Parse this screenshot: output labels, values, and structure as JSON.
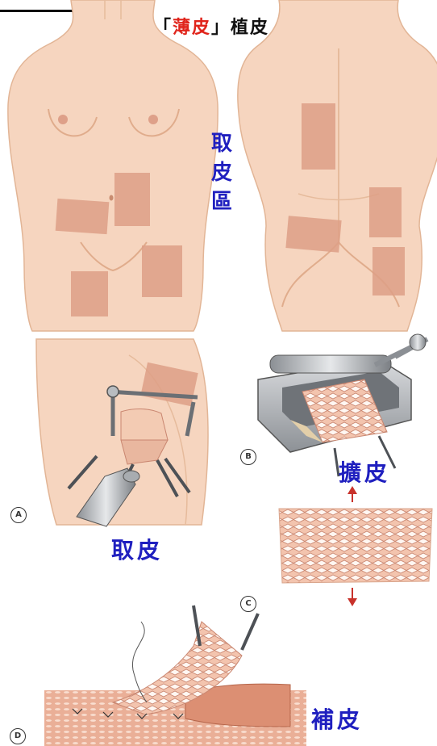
{
  "title": {
    "bracket_open": "「",
    "highlight": "薄皮",
    "bracket_close": "」",
    "rest": "植皮"
  },
  "donor_label": [
    "取",
    "皮",
    "區"
  ],
  "labels": {
    "harvest": "取皮",
    "expand": "擴皮",
    "graft": "補皮"
  },
  "panels": {
    "a": "A",
    "b": "B",
    "c": "C",
    "d": "D"
  },
  "colors": {
    "skin": "#f6d5bf",
    "skin_shadow": "#e9b99b",
    "graft": "#dd9f86",
    "title_red": "#e0241b",
    "label_blue": "#1f1fbf",
    "arrow_red": "#c8322b"
  }
}
